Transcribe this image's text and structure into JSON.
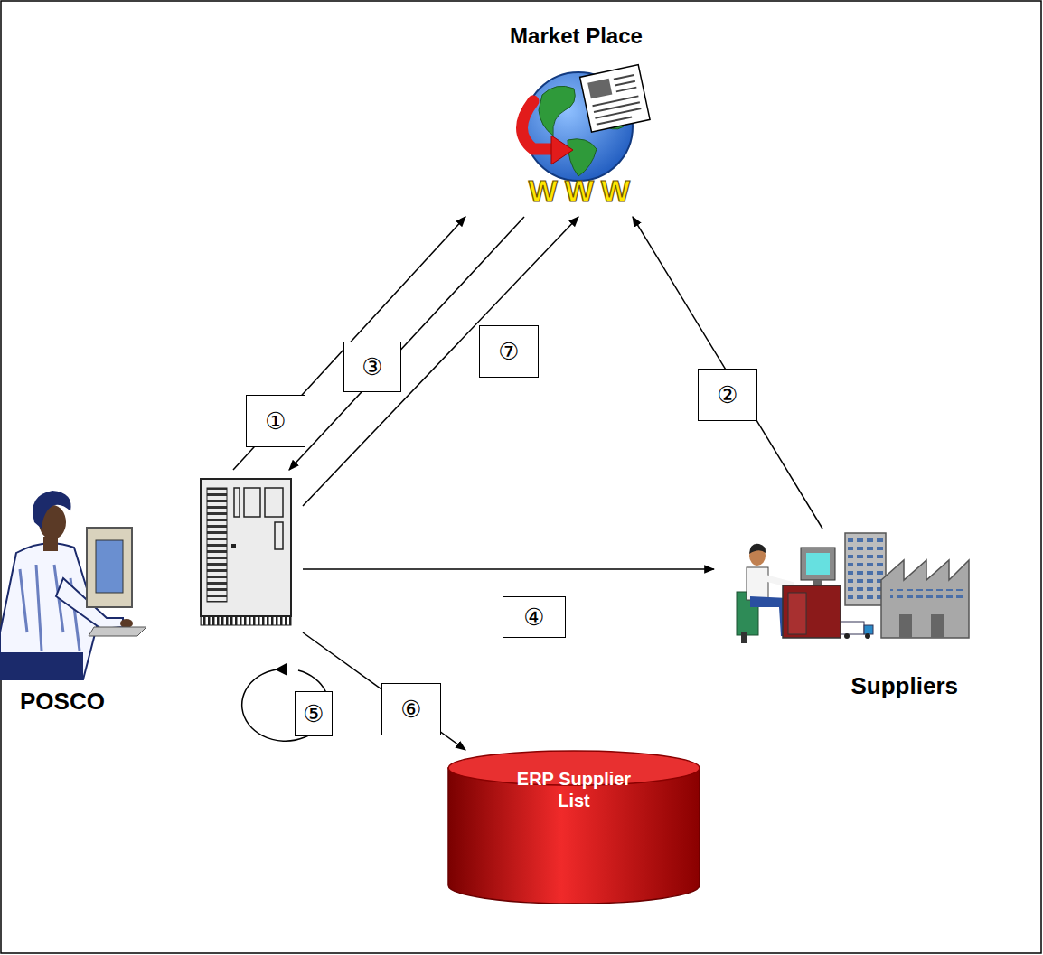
{
  "diagram": {
    "nodes": [
      {
        "text": [
          "Market Place"
        ]
      },
      {
        "text": [
          "POSCO"
        ]
      },
      {
        "text": [
          "Suppliers"
        ]
      },
      {
        "text": [
          "ERP Supplier List"
        ]
      }
    ],
    "edges": [
      {
        "from": 1,
        "to": 0,
        "arrow": "to",
        "label": "①"
      },
      {
        "from": 2,
        "to": 0,
        "arrow": "to",
        "label": "②"
      },
      {
        "from": 0,
        "to": 1,
        "arrow": "to",
        "label": "③"
      },
      {
        "from": 1,
        "to": 2,
        "arrow": "to",
        "label": "④"
      },
      {
        "from": 1,
        "to": 3,
        "arrow": "to",
        "label": "⑥"
      },
      {
        "from": 1,
        "to": 0,
        "arrow": "to",
        "label": "⑦"
      }
    ],
    "labels": [
      "⑤",
      "WWW"
    ]
  }
}
